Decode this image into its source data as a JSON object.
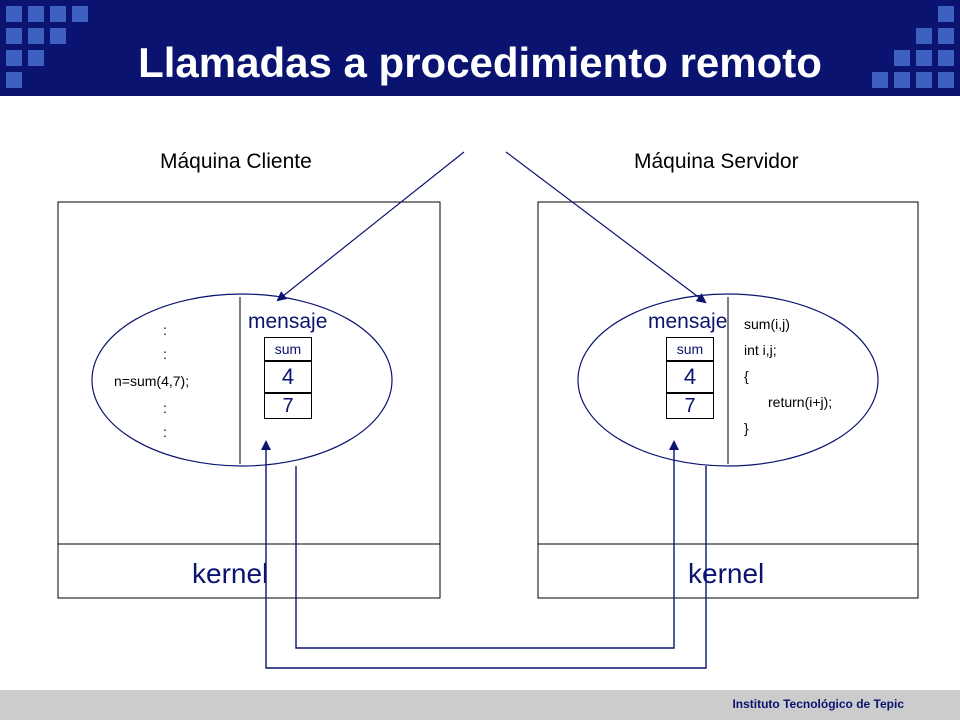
{
  "slide": {
    "title": "Llamadas a procedimiento remoto",
    "footer": "Instituto Tecnológico de Tepic"
  },
  "colors": {
    "accent": "#0a1470",
    "footer_bar": "#cccccc"
  },
  "client": {
    "label": "Máquina Cliente",
    "kernel": "kernel",
    "code": [
      ":",
      ":",
      "n=sum(4,7);",
      ":",
      ":"
    ],
    "message": {
      "label": "mensaje",
      "name": "sum",
      "args": [
        "4",
        "7"
      ]
    }
  },
  "server": {
    "label": "Máquina Servidor",
    "kernel": "kernel",
    "code": [
      "sum(i,j)",
      "int i,j;",
      "{",
      "return(i+j);",
      "}"
    ],
    "message": {
      "label": "mensaje",
      "name": "sum",
      "args": [
        "4",
        "7"
      ]
    }
  }
}
